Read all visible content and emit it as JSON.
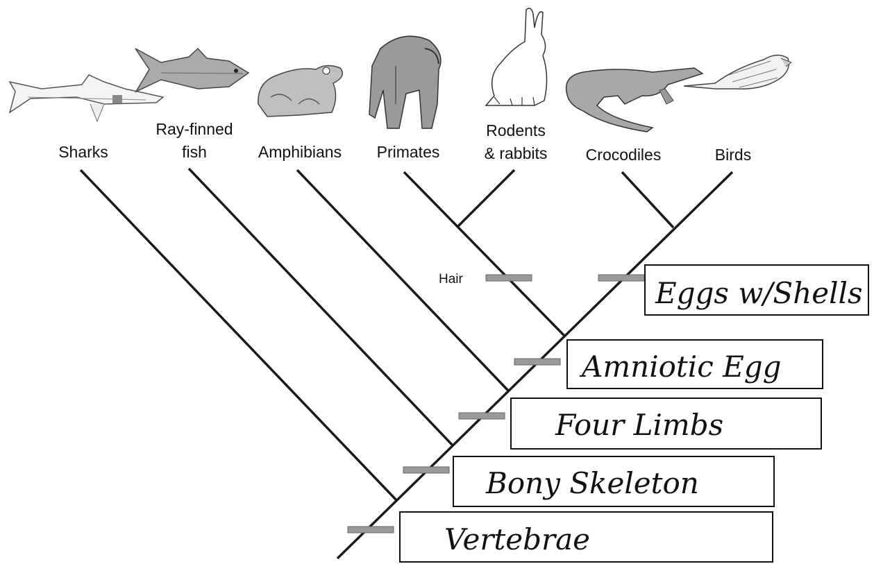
{
  "taxa": [
    "Sharks",
    "Ray-finned fish",
    "Amphibians",
    "Primates",
    "Rodents & rabbits",
    "Crocodiles",
    "Birds"
  ],
  "taxon_label_lines": {
    "sharks": [
      "Sharks"
    ],
    "ray_finned_fish": [
      "Ray-finned",
      "fish"
    ],
    "amphibians": [
      "Amphibians"
    ],
    "primates": [
      "Primates"
    ],
    "rodents_rabbits": [
      "Rodents",
      "& rabbits"
    ],
    "crocodiles": [
      "Crocodiles"
    ],
    "birds": [
      "Birds"
    ]
  },
  "trait_labels": {
    "hair": "Hair",
    "eggs_shells": "Eggs w/Shells",
    "amniotic_egg": "Amniotic Egg",
    "four_limbs": "Four Limbs",
    "bony_skeleton": "Bony Skeleton",
    "vertebrae": "Vertebrae"
  },
  "colors": {
    "line": "#1a1a1a",
    "marker": "#9a9a9a",
    "box_border": "#111111"
  },
  "icons": [
    "shark-icon",
    "fish-icon",
    "frog-icon",
    "gorilla-icon",
    "rabbit-icon",
    "crocodile-icon",
    "bird-icon"
  ]
}
